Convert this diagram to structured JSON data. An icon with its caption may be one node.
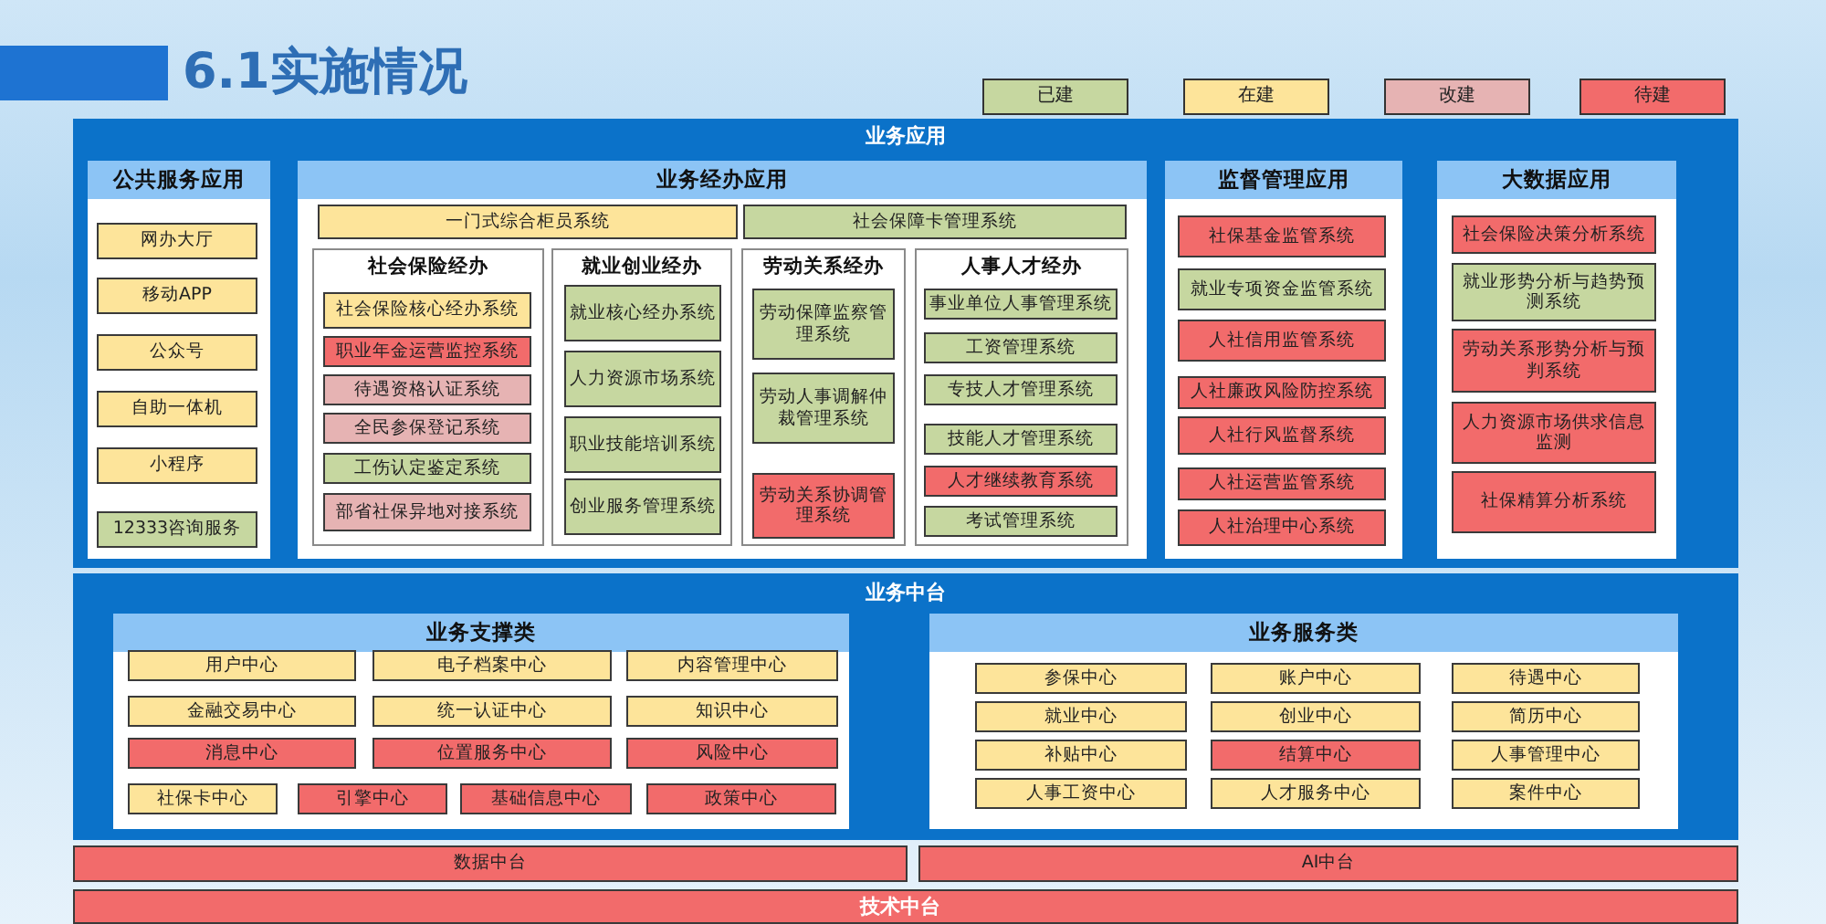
{
  "diagram": {
    "title": "6.1实施情况",
    "nodes": [
      {
        "text": [
          "业务应用"
        ]
      },
      {
        "text": [
          "公共服务应用"
        ],
        "in": 0
      },
      {
        "text": [
          "网办大厅"
        ],
        "in": 1
      },
      {
        "text": [
          "移动APP"
        ],
        "in": 1
      },
      {
        "text": [
          "公众号"
        ],
        "in": 1
      },
      {
        "text": [
          "自助一体机"
        ],
        "in": 1
      },
      {
        "text": [
          "小程序"
        ],
        "in": 1
      },
      {
        "text": [
          "12333咨询服务"
        ],
        "in": 1
      },
      {
        "text": [
          "业务经办应用"
        ],
        "in": 0
      },
      {
        "text": [
          "一门式综合柜员系统"
        ],
        "in": 8
      },
      {
        "text": [
          "社会保障卡管理系统"
        ],
        "in": 8
      },
      {
        "text": [
          "社会保险经办"
        ],
        "in": 8
      },
      {
        "text": [
          "社会保险核心经办系统"
        ],
        "in": 11
      },
      {
        "text": [
          "职业年金运营监控系统"
        ],
        "in": 11
      },
      {
        "text": [
          "待遇资格认证系统"
        ],
        "in": 11
      },
      {
        "text": [
          "全民参保登记系统"
        ],
        "in": 11
      },
      {
        "text": [
          "工伤认定鉴定系统"
        ],
        "in": 11
      },
      {
        "text": [
          "部省社保异地对接系统"
        ],
        "in": 11
      },
      {
        "text": [
          "就业创业经办"
        ],
        "in": 8
      },
      {
        "text": [
          "就业核心经办系统"
        ],
        "in": 18
      },
      {
        "text": [
          "人力资源市场系统"
        ],
        "in": 18
      },
      {
        "text": [
          "职业技能培训系统"
        ],
        "in": 18
      },
      {
        "text": [
          "创业服务管理系统"
        ],
        "in": 18
      },
      {
        "text": [
          "劳动关系经办"
        ],
        "in": 8
      },
      {
        "text": [
          "劳动保障监察管理系统"
        ],
        "in": 23
      },
      {
        "text": [
          "劳动人事调解仲裁管理系统"
        ],
        "in": 23
      },
      {
        "text": [
          "劳动关系协调管理系统"
        ],
        "in": 23
      },
      {
        "text": [
          "人事人才经办"
        ],
        "in": 8
      },
      {
        "text": [
          "事业单位人事管理系统"
        ],
        "in": 27
      },
      {
        "text": [
          "工资管理系统"
        ],
        "in": 27
      },
      {
        "text": [
          "专技人才管理系统"
        ],
        "in": 27
      },
      {
        "text": [
          "技能人才管理系统"
        ],
        "in": 27
      },
      {
        "text": [
          "人才继续教育系统"
        ],
        "in": 27
      },
      {
        "text": [
          "考试管理系统"
        ],
        "in": 27
      },
      {
        "text": [
          "监督管理应用"
        ],
        "in": 0
      },
      {
        "text": [
          "社保基金监管系统"
        ],
        "in": 34
      },
      {
        "text": [
          "就业专项资金监管系统"
        ],
        "in": 34
      },
      {
        "text": [
          "人社信用监管系统"
        ],
        "in": 34
      },
      {
        "text": [
          "人社廉政风险防控系统"
        ],
        "in": 34
      },
      {
        "text": [
          "人社行风监督系统"
        ],
        "in": 34
      },
      {
        "text": [
          "人社运营监管系统"
        ],
        "in": 34
      },
      {
        "text": [
          "人社治理中心系统"
        ],
        "in": 34
      },
      {
        "text": [
          "大数据应用"
        ],
        "in": 0
      },
      {
        "text": [
          "社会保险决策分析系统"
        ],
        "in": 42
      },
      {
        "text": [
          "就业形势分析与趋势预测系统"
        ],
        "in": 42
      },
      {
        "text": [
          "劳动关系形势分析与预判系统"
        ],
        "in": 42
      },
      {
        "text": [
          "人力资源市场供求信息监测"
        ],
        "in": 42
      },
      {
        "text": [
          "社保精算分析系统"
        ],
        "in": 42
      },
      {
        "text": [
          "业务中台"
        ]
      },
      {
        "text": [
          "业务支撑类"
        ],
        "in": 48
      },
      {
        "text": [
          "用户中心"
        ],
        "in": 49
      },
      {
        "text": [
          "电子档案中心"
        ],
        "in": 49
      },
      {
        "text": [
          "内容管理中心"
        ],
        "in": 49
      },
      {
        "text": [
          "金融交易中心"
        ],
        "in": 49
      },
      {
        "text": [
          "统一认证中心"
        ],
        "in": 49
      },
      {
        "text": [
          "知识中心"
        ],
        "in": 49
      },
      {
        "text": [
          "消息中心"
        ],
        "in": 49
      },
      {
        "text": [
          "位置服务中心"
        ],
        "in": 49
      },
      {
        "text": [
          "风险中心"
        ],
        "in": 49
      },
      {
        "text": [
          "社保卡中心"
        ],
        "in": 49
      },
      {
        "text": [
          "引擎中心"
        ],
        "in": 49
      },
      {
        "text": [
          "基础信息中心"
        ],
        "in": 49
      },
      {
        "text": [
          "政策中心"
        ],
        "in": 49
      },
      {
        "text": [
          "业务服务类"
        ],
        "in": 48
      },
      {
        "text": [
          "参保中心"
        ],
        "in": 63
      },
      {
        "text": [
          "账户中心"
        ],
        "in": 63
      },
      {
        "text": [
          "待遇中心"
        ],
        "in": 63
      },
      {
        "text": [
          "就业中心"
        ],
        "in": 63
      },
      {
        "text": [
          "创业中心"
        ],
        "in": 63
      },
      {
        "text": [
          "简历中心"
        ],
        "in": 63
      },
      {
        "text": [
          "补贴中心"
        ],
        "in": 63
      },
      {
        "text": [
          "结算中心"
        ],
        "in": 63
      },
      {
        "text": [
          "人事管理中心"
        ],
        "in": 63
      },
      {
        "text": [
          "人事工资中心"
        ],
        "in": 63
      },
      {
        "text": [
          "人才服务中心"
        ],
        "in": 63
      },
      {
        "text": [
          "案件中心"
        ],
        "in": 63
      },
      {
        "text": [
          "数据中台"
        ]
      },
      {
        "text": [
          "AI中台"
        ]
      },
      {
        "text": [
          "技术中台"
        ]
      },
      {
        "text": [],
        "shape": "bar"
      }
    ],
    "legend": [
      {
        "text": "已建",
        "color": "#c6d7a0"
      },
      {
        "text": "在建",
        "color": "#fde49a"
      },
      {
        "text": "改建",
        "color": "#e6b3b3"
      },
      {
        "text": "待建",
        "color": "#f26b6b"
      }
    ]
  }
}
